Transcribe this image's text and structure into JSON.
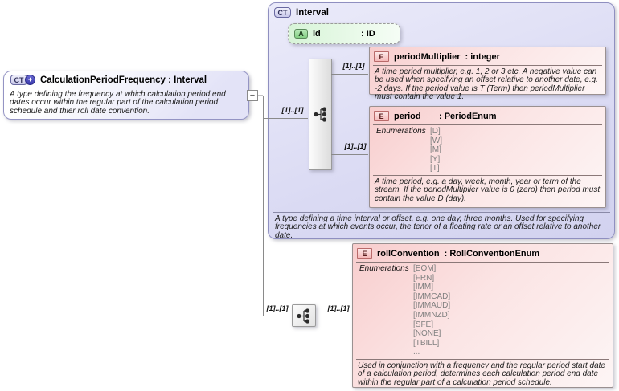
{
  "connector": {
    "multiplicity": "[1]..[1]",
    "collapse_label": "−",
    "expand_label": "+"
  },
  "calculation_box": {
    "badge": "CT",
    "title": "CalculationPeriodFrequency : Interval",
    "description": "A type defining the frequency at which calculation period end dates occur within the regular part of the calculation period schedule and thier roll date convention."
  },
  "interval_box": {
    "badge": "CT",
    "title": "Interval",
    "description": "A type defining a time interval or offset, e.g. one day, three months. Used for specifying frequencies at which events occur, the tenor of a floating rate or an offset relative to another date.",
    "attribute_id": {
      "badge": "A",
      "name": "id",
      "type": ": ID"
    }
  },
  "period_multiplier": {
    "badge": "E",
    "name": "periodMultiplier",
    "type": ": integer",
    "description": "A time period multiplier, e.g. 1, 2 or 3 etc. A negative value can be used when specifying an offset relative to another date, e.g. -2 days. If the period value is T (Term) then periodMultiplier must contain the value 1."
  },
  "period": {
    "badge": "E",
    "name": "period",
    "type": ": PeriodEnum",
    "enum_label": "Enumerations",
    "enums": [
      "[D]",
      "[W]",
      "[M]",
      "[Y]",
      "[T]"
    ],
    "description": "A time period, e.g. a day, week, month, year or term of the stream. If the periodMultiplier value is 0 (zero) then period must contain the value D (day)."
  },
  "roll_convention": {
    "badge": "E",
    "name": "rollConvention",
    "type": ": RollConventionEnum",
    "enum_label": "Enumerations",
    "enums": [
      "[EOM]",
      "[FRN]",
      "[IMM]",
      "[IMMCAD]",
      "[IMMAUD]",
      "[IMMNZD]",
      "[SFE]",
      "[NONE]",
      "[TBILL]",
      "..."
    ],
    "description": "Used in conjunction with a frequency and the regular period start date of a calculation period, determines each calculation period end date within the regular part of a calculation period schedule."
  }
}
